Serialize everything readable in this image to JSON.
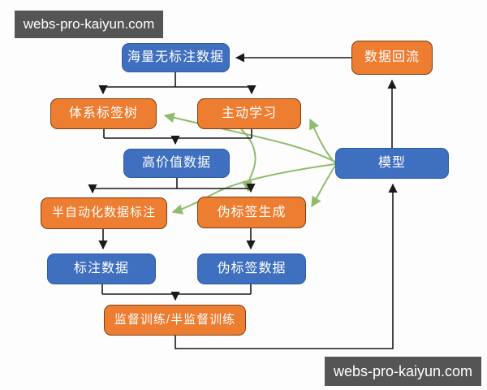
{
  "watermarks": {
    "top_left": "webs-pro-kaiyun.com",
    "bottom_right": "webs-pro-kaiyun.com"
  },
  "colors": {
    "blue_node": "#3F6FBF",
    "blue_node_border": "#2E5CA6",
    "orange_node": "#ED7D31",
    "orange_node_border": "#7E3F12",
    "green_arrow": "#8FBC6B",
    "black_arrow": "#1A1A1A",
    "watermark_bg": "#555555"
  },
  "nodes": {
    "massive": {
      "label": "海量无标注数据",
      "type": "blue"
    },
    "backflow": {
      "label": "数据回流",
      "type": "orange"
    },
    "taxonomy": {
      "label": "体系标签树",
      "type": "orange"
    },
    "active": {
      "label": "主动学习",
      "type": "orange"
    },
    "highvalue": {
      "label": "高价值数据",
      "type": "blue"
    },
    "model": {
      "label": "模型",
      "type": "blue"
    },
    "semiauto": {
      "label": "半自动化数据标注",
      "type": "orange"
    },
    "pseudogen": {
      "label": "伪标签生成",
      "type": "orange"
    },
    "labeled": {
      "label": "标注数据",
      "type": "blue"
    },
    "pseudodata": {
      "label": "伪标签数据",
      "type": "blue"
    },
    "training": {
      "label": "监督训练/半监督训练",
      "type": "orange"
    }
  },
  "edges": [
    {
      "from": "数据回流",
      "to": "海量无标注数据",
      "style": "black"
    },
    {
      "from": "海量无标注数据",
      "to": "体系标签树",
      "style": "black"
    },
    {
      "from": "海量无标注数据",
      "to": "主动学习",
      "style": "black"
    },
    {
      "from": "体系标签树",
      "to": "高价值数据",
      "style": "black"
    },
    {
      "from": "主动学习",
      "to": "高价值数据",
      "style": "black"
    },
    {
      "from": "高价值数据",
      "to": "半自动化数据标注",
      "style": "black"
    },
    {
      "from": "高价值数据",
      "to": "伪标签生成",
      "style": "black"
    },
    {
      "from": "半自动化数据标注",
      "to": "标注数据",
      "style": "black"
    },
    {
      "from": "伪标签生成",
      "to": "伪标签数据",
      "style": "black"
    },
    {
      "from": "标注数据",
      "to": "监督训练/半监督训练",
      "style": "black"
    },
    {
      "from": "伪标签数据",
      "to": "监督训练/半监督训练",
      "style": "black"
    },
    {
      "from": "监督训练/半监督训练",
      "to": "模型",
      "style": "black"
    },
    {
      "from": "模型",
      "to": "数据回流",
      "style": "black"
    },
    {
      "from": "模型",
      "to": "主动学习",
      "style": "green"
    },
    {
      "from": "模型",
      "to": "体系标签树",
      "style": "green"
    },
    {
      "from": "模型",
      "to": "伪标签生成",
      "style": "green"
    },
    {
      "from": "模型",
      "to": "半自动化数据标注",
      "style": "green"
    },
    {
      "from": "主动学习",
      "to": "伪标签生成",
      "style": "green"
    }
  ]
}
